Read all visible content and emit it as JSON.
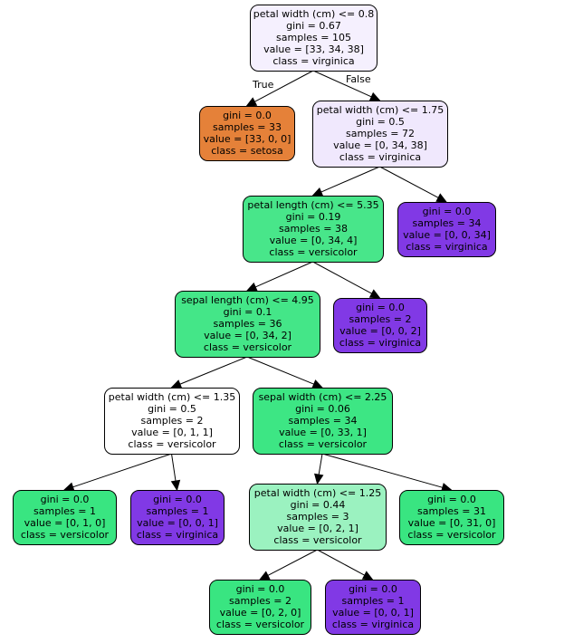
{
  "colors": {
    "setosa_dark": "#e58139",
    "virginica_light": "#f5f0fe",
    "virginica_lighter": "#f0e8fd",
    "versicolor": "#48e68a",
    "virginica": "#8139e5",
    "versicolor_light": "#9bf2c0",
    "versicolor_mid": "#44e688",
    "white": "#ffffff",
    "versicolor_strong": "#3de684",
    "versicolor_pure": "#39e581"
  },
  "tree": {
    "nodes": [
      {
        "id": "n0",
        "color": "virginica_light",
        "lines": [
          "petal width (cm) <= 0.8",
          "gini = 0.67",
          "samples = 105",
          "value = [33, 34, 38]",
          "class = virginica"
        ]
      },
      {
        "id": "n1",
        "color": "setosa_dark",
        "lines": [
          "gini = 0.0",
          "samples = 33",
          "value = [33, 0, 0]",
          "class = setosa"
        ]
      },
      {
        "id": "n2",
        "color": "virginica_lighter",
        "lines": [
          "petal width (cm) <= 1.75",
          "gini = 0.5",
          "samples = 72",
          "value = [0, 34, 38]",
          "class = virginica"
        ]
      },
      {
        "id": "n3",
        "color": "versicolor",
        "lines": [
          "petal length (cm) <= 5.35",
          "gini = 0.19",
          "samples = 38",
          "value = [0, 34, 4]",
          "class = versicolor"
        ]
      },
      {
        "id": "n4",
        "color": "virginica",
        "lines": [
          "gini = 0.0",
          "samples = 34",
          "value = [0, 0, 34]",
          "class = virginica"
        ]
      },
      {
        "id": "n5",
        "color": "versicolor_mid",
        "lines": [
          "sepal length (cm) <= 4.95",
          "gini = 0.1",
          "samples = 36",
          "value = [0, 34, 2]",
          "class = versicolor"
        ]
      },
      {
        "id": "n6",
        "color": "virginica",
        "lines": [
          "gini = 0.0",
          "samples = 2",
          "value = [0, 0, 2]",
          "class = virginica"
        ]
      },
      {
        "id": "n7",
        "color": "white",
        "lines": [
          "petal width (cm) <= 1.35",
          "gini = 0.5",
          "samples = 2",
          "value = [0, 1, 1]",
          "class = versicolor"
        ]
      },
      {
        "id": "n8",
        "color": "versicolor_strong",
        "lines": [
          "sepal width (cm) <= 2.25",
          "gini = 0.06",
          "samples = 34",
          "value = [0, 33, 1]",
          "class = versicolor"
        ]
      },
      {
        "id": "n9",
        "color": "versicolor_pure",
        "lines": [
          "gini = 0.0",
          "samples = 1",
          "value = [0, 1, 0]",
          "class = versicolor"
        ]
      },
      {
        "id": "n10",
        "color": "virginica",
        "lines": [
          "gini = 0.0",
          "samples = 1",
          "value = [0, 0, 1]",
          "class = virginica"
        ]
      },
      {
        "id": "n11",
        "color": "versicolor_light",
        "lines": [
          "petal width (cm) <= 1.25",
          "gini = 0.44",
          "samples = 3",
          "value = [0, 2, 1]",
          "class = versicolor"
        ]
      },
      {
        "id": "n12",
        "color": "versicolor_pure",
        "lines": [
          "gini = 0.0",
          "samples = 31",
          "value = [0, 31, 0]",
          "class = versicolor"
        ]
      },
      {
        "id": "n13",
        "color": "versicolor_pure",
        "lines": [
          "gini = 0.0",
          "samples = 2",
          "value = [0, 2, 0]",
          "class = versicolor"
        ]
      },
      {
        "id": "n14",
        "color": "virginica",
        "lines": [
          "gini = 0.0",
          "samples = 1",
          "value = [0, 0, 1]",
          "class = virginica"
        ]
      }
    ],
    "edges": [
      {
        "from": "n0",
        "to": "n1",
        "label": "True"
      },
      {
        "from": "n0",
        "to": "n2",
        "label": "False"
      },
      {
        "from": "n2",
        "to": "n3",
        "label": ""
      },
      {
        "from": "n2",
        "to": "n4",
        "label": ""
      },
      {
        "from": "n3",
        "to": "n5",
        "label": ""
      },
      {
        "from": "n3",
        "to": "n6",
        "label": ""
      },
      {
        "from": "n5",
        "to": "n7",
        "label": ""
      },
      {
        "from": "n5",
        "to": "n8",
        "label": ""
      },
      {
        "from": "n7",
        "to": "n9",
        "label": ""
      },
      {
        "from": "n7",
        "to": "n10",
        "label": ""
      },
      {
        "from": "n8",
        "to": "n11",
        "label": ""
      },
      {
        "from": "n8",
        "to": "n12",
        "label": ""
      },
      {
        "from": "n11",
        "to": "n13",
        "label": ""
      },
      {
        "from": "n11",
        "to": "n14",
        "label": ""
      }
    ]
  }
}
